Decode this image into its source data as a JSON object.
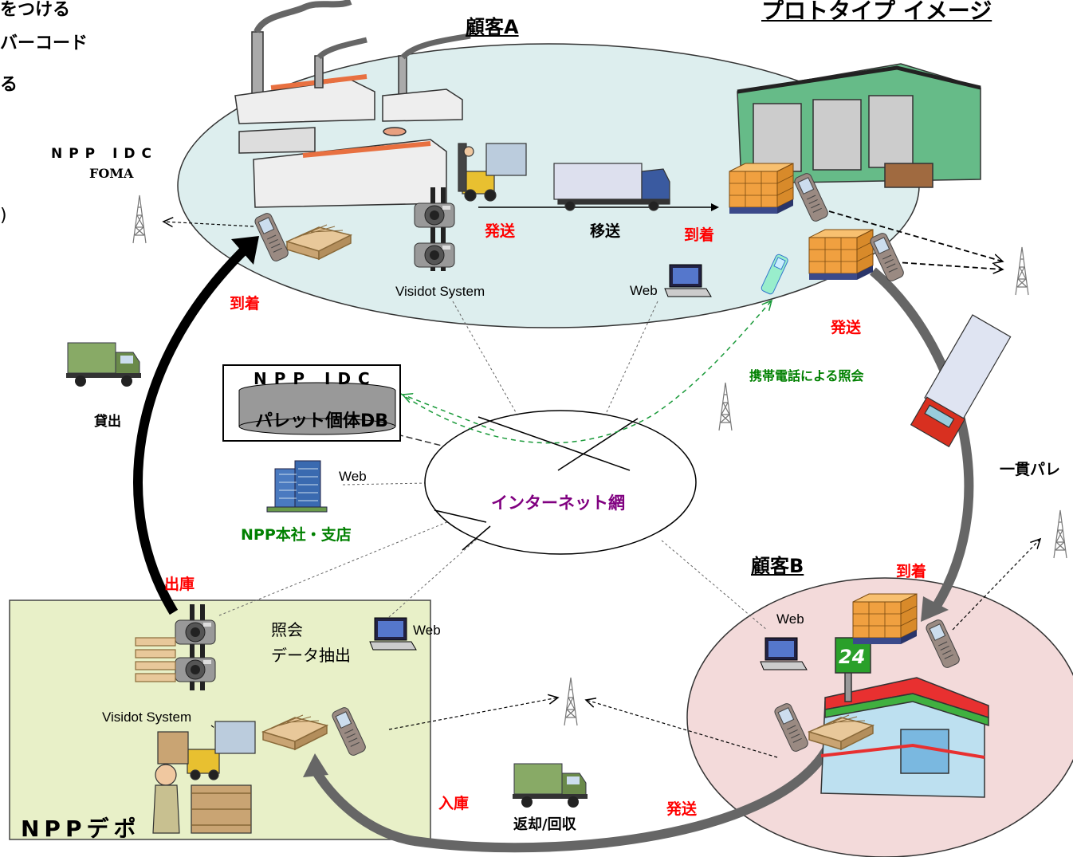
{
  "header": {
    "top_left_lines": [
      "をつける",
      "バーコード",
      "る"
    ],
    "top_left_fragment": ")",
    "top_right_title": "プロトタイプ イメージ"
  },
  "customer_a": {
    "title": "顧客A",
    "ship_label": "発送",
    "transfer_label": "移送",
    "arrive_label": "到着",
    "system_label": "Visidot System",
    "web_label": "Web",
    "ship2_label": "発送"
  },
  "customer_b": {
    "title": "顧客B",
    "arrive_label": "到着",
    "web_label": "Web",
    "ship_label": "発送",
    "store_number": "24"
  },
  "npp_idc_top": {
    "line1": "NPP IDC",
    "line2": "FOMA"
  },
  "database": {
    "title": "NPP IDC",
    "name": "パレット個体DB"
  },
  "internet": {
    "label": "インターネット網"
  },
  "hq": {
    "label": "NPP本社・支店",
    "web_label": "Web"
  },
  "mobile_query": {
    "label": "携帯電話による照会"
  },
  "depot": {
    "name": "NPPデポ",
    "out_label": "出庫",
    "in_label": "入庫",
    "system_label": "Visidot System",
    "query_line1": "照会",
    "query_line2": "データ抽出",
    "web_label": "Web"
  },
  "flows": {
    "lend_label": "貸出",
    "arrive_label": "到着",
    "return_label": "返却/回収",
    "through_pallet_label": "一貫パレ"
  },
  "colors": {
    "customer_a_fill": "#ddeeee",
    "customer_b_fill": "#f3dada",
    "depot_fill": "#e8f0c8",
    "accent_red": "#ff0000",
    "accent_green": "#008000",
    "accent_purple": "#800080"
  }
}
